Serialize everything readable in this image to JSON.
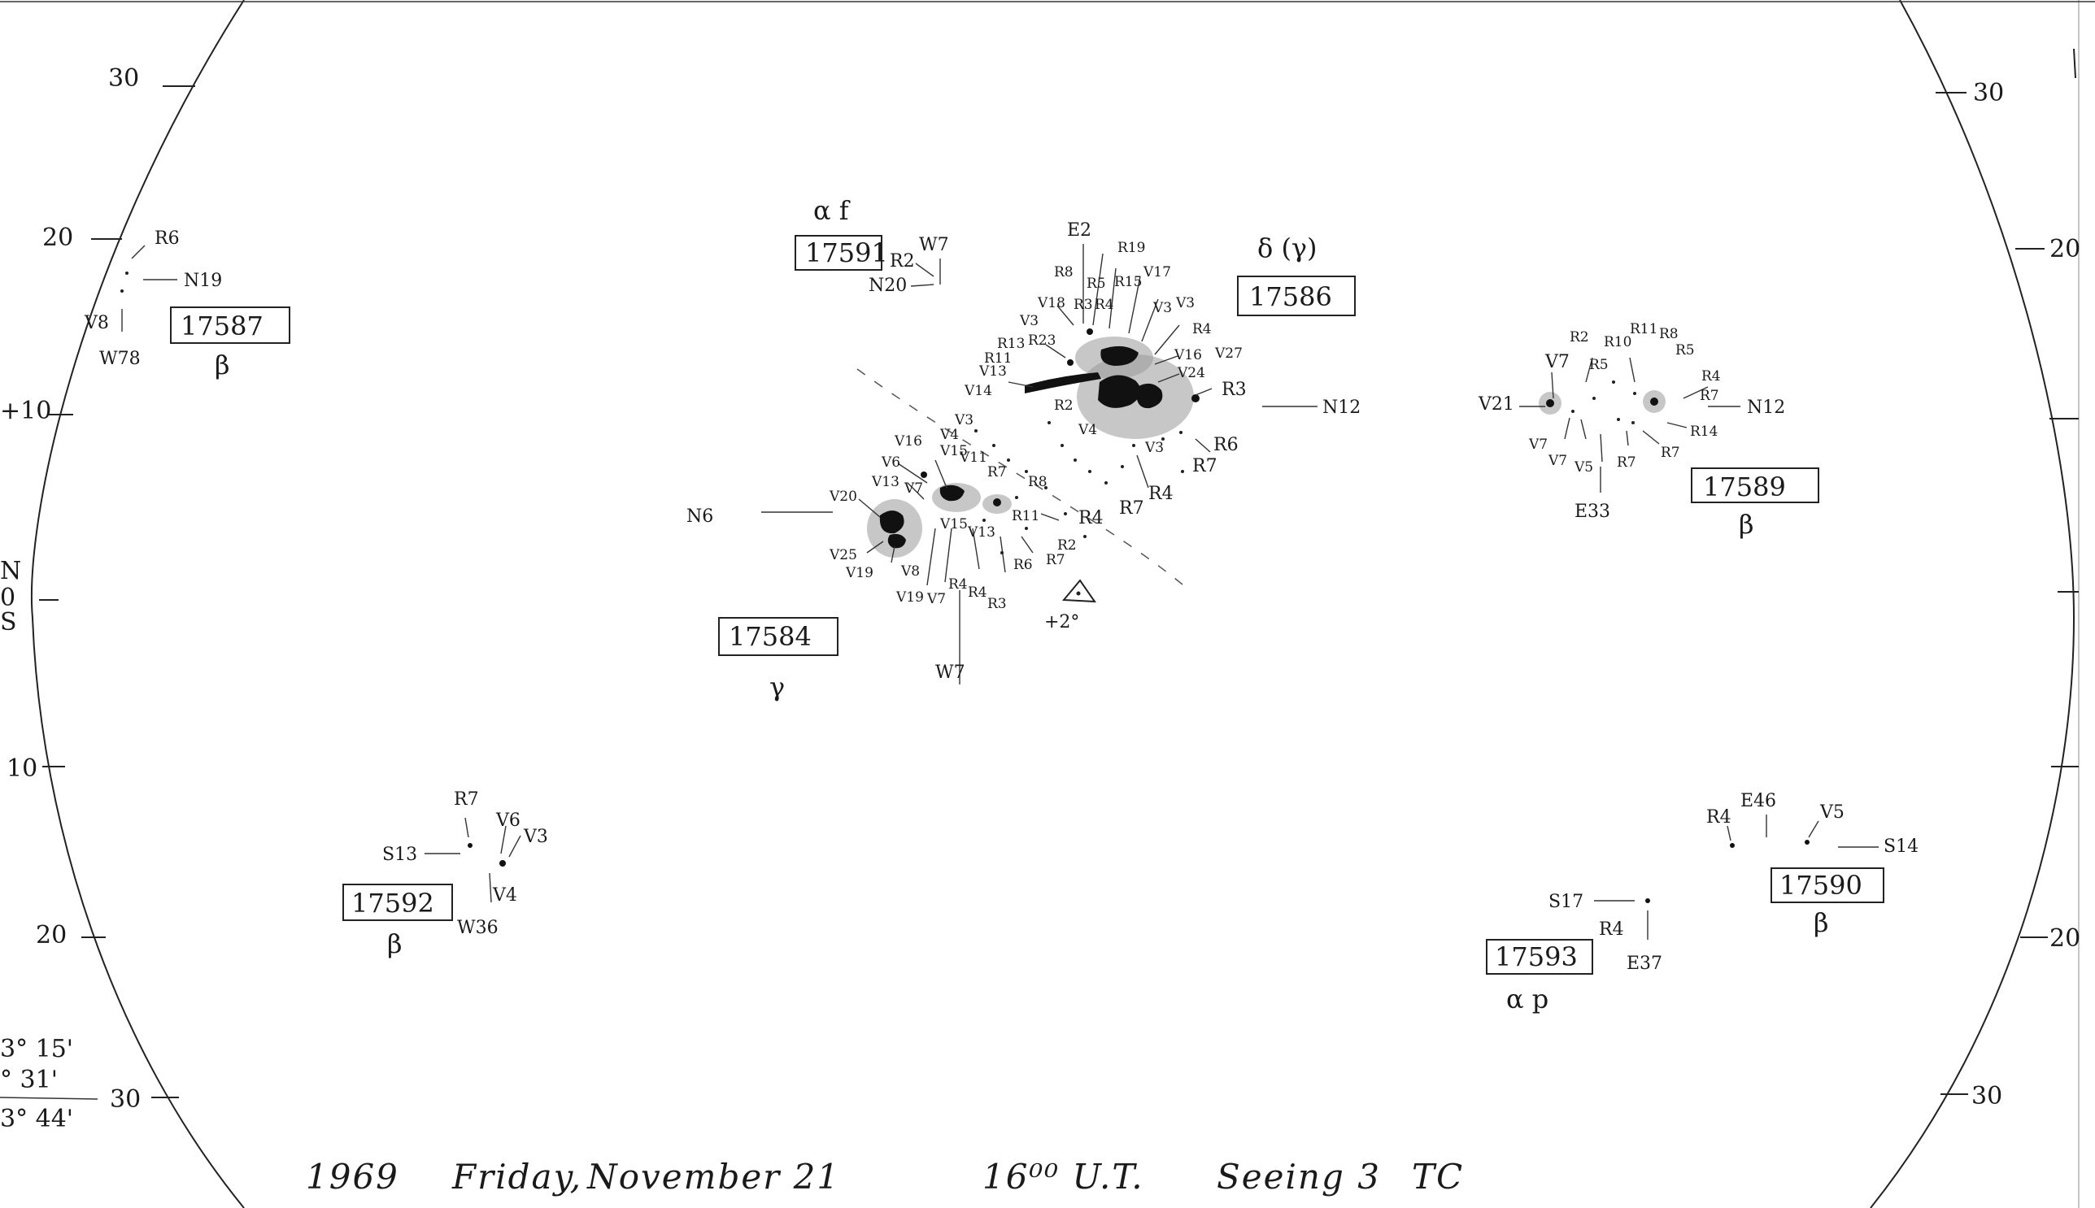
{
  "scale": {
    "left": [
      "30",
      "20",
      "+10",
      "N",
      "0",
      "S",
      "10",
      "20",
      "30"
    ],
    "right": [
      "30",
      "20",
      "20",
      "30"
    ]
  },
  "corner_notes": [
    "3° 15'",
    "° 31'",
    "3° 44'"
  ],
  "regions": [
    {
      "number": "17591",
      "class": "α f"
    },
    {
      "number": "17587",
      "class": "β"
    },
    {
      "number": "17586",
      "class": "δ (γ)"
    },
    {
      "number": "17589",
      "class": "β"
    },
    {
      "number": "17584",
      "class": "γ"
    },
    {
      "number": "17592",
      "class": "β"
    },
    {
      "number": "17593",
      "class": "α p"
    },
    {
      "number": "17590",
      "class": "β"
    }
  ],
  "labels": {
    "r17587": [
      "R6",
      "N19",
      "V8",
      "W78"
    ],
    "r17591": [
      "R2",
      "W7",
      "N20"
    ],
    "r17586": [
      "E2",
      "R19",
      "R8",
      "V17",
      "R15",
      "R5",
      "V18",
      "R3",
      "R4",
      "V3",
      "V3",
      "V3",
      "R4",
      "R23",
      "R13",
      "R11",
      "V13",
      "V16",
      "V27",
      "V24",
      "V14",
      "R3",
      "N12",
      "R6",
      "R7",
      "V3",
      "R4",
      "R7",
      "R4",
      "R2",
      "V4"
    ],
    "r17584": [
      "N6",
      "V20",
      "V13",
      "V6",
      "V16",
      "V15",
      "V4",
      "V11",
      "V7",
      "V3",
      "V25",
      "V19",
      "V8",
      "V19",
      "V7",
      "V15",
      "V13",
      "R4",
      "R4",
      "R3",
      "R6",
      "R7",
      "R2",
      "R11",
      "R8",
      "R7",
      "W7"
    ],
    "r17589": [
      "V7",
      "R2",
      "R10",
      "R11",
      "R8",
      "R5",
      "R5",
      "R4",
      "R7",
      "V21",
      "N12",
      "R14",
      "V7",
      "V7",
      "V5",
      "R7",
      "R7",
      "E33"
    ],
    "r17592": [
      "R7",
      "V6",
      "V3",
      "S13",
      "V4",
      "W36"
    ],
    "r17590": [
      "R4",
      "E46",
      "V5",
      "S14"
    ],
    "r17593": [
      "S17",
      "R4",
      "E37"
    ]
  },
  "center_mark": "+2°",
  "footer": {
    "year": "1969",
    "day": "Friday,",
    "date": "November 21",
    "time": "16⁰⁰ U.T.",
    "seeing": "Seeing 3",
    "initials": "TC"
  }
}
